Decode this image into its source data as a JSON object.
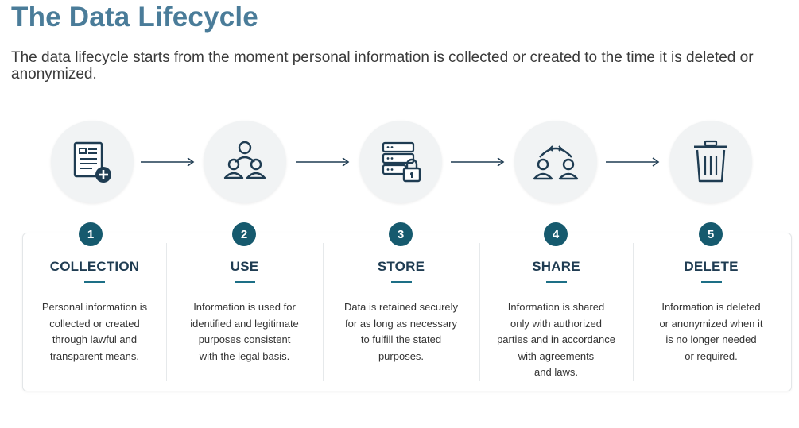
{
  "title": "The Data Lifecycle",
  "intro": "The data lifecycle starts from the moment personal information is collected or created to the time it is deleted or anonymized.",
  "steps": [
    {
      "number": "1",
      "title": "COLLECTION",
      "icon": "document-add-icon",
      "lines": [
        "Personal information is",
        "collected or created",
        "through lawful and",
        "transparent means."
      ]
    },
    {
      "number": "2",
      "title": "USE",
      "icon": "people-group-icon",
      "lines": [
        "Information is used for",
        "identified and legitimate",
        "purposes consistent",
        "with the legal basis."
      ]
    },
    {
      "number": "3",
      "title": "STORE",
      "icon": "server-lock-icon",
      "lines": [
        "Data is retained securely",
        "for as long as necessary",
        "to fulfill the stated",
        "purposes."
      ]
    },
    {
      "number": "4",
      "title": "SHARE",
      "icon": "people-exchange-icon",
      "lines": [
        "Information is shared",
        "only with authorized",
        "parties and in accordance",
        "with agreements",
        "and laws."
      ]
    },
    {
      "number": "5",
      "title": "DELETE",
      "icon": "trash-icon",
      "lines": [
        "Information is deleted",
        "or anonymized when it",
        "is no longer needed",
        "or required."
      ]
    }
  ],
  "colors": {
    "title": "#4a7c99",
    "badge": "#165a6e",
    "accent": "#1d6f86",
    "icon_stroke": "#1f3c52"
  }
}
